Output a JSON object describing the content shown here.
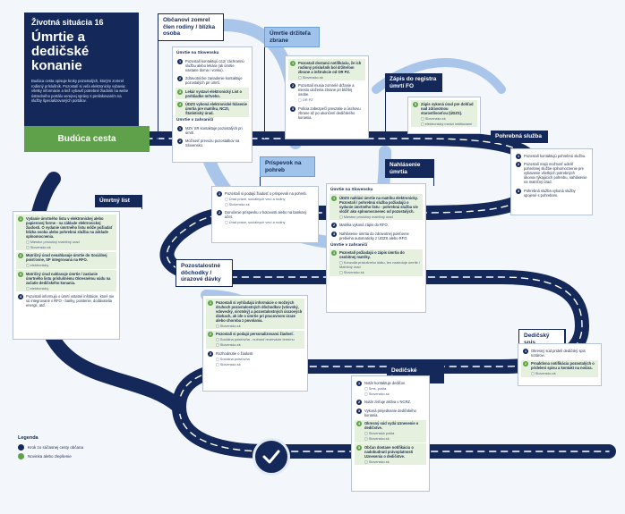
{
  "intro": {
    "kicker": "Životná situácia 16",
    "title": "Úmrtie a dedičské konanie",
    "description": "Budúca cesta opisuje kroky pozostalých, ktorým zomrel rodinný príslušník. Pozostalí si veľa elektronicky vybavia: všetky informácie a tiež vybaviť potrebné žiadosti na webe ústredného portálu verejnej správy s prelinkovaním na služby špecializovaných portálov.",
    "future_label": "Budúca cesta"
  },
  "colors": {
    "navy": "#14295a",
    "road": "#14295a",
    "road_light": "#a9c6ea",
    "green": "#5fa14a",
    "green_bg": "#e5f1de"
  },
  "legend": {
    "title": "Legenda",
    "items": [
      {
        "label": "Krok zo súčasnej cesty občana",
        "color": "#14295a"
      },
      {
        "label": "Novinka alebo zlepšenie",
        "color": "#5fa14a"
      }
    ]
  },
  "flags": {
    "deceased": "Občanovi zomrel člen rodiny / blízka osoba",
    "holder_death": "Úmrtie držiteľa zbrane",
    "fo_registry": "Zápis do registra úmrtí FO",
    "funeral_service": "Pohrebná služba",
    "funeral_allowance": "Príspevok na pohreb",
    "death_report": "Nahlásenie úmrtia",
    "death_certificate": "Úmrtný list",
    "survivor_pension": "Pozostalostné dôchodky / úrazové dávky",
    "inheritance_file": "Dedičský spis",
    "inheritance_proceedings": "Dedičské konanie"
  },
  "cards": {
    "deceased": {
      "sections": [
        {
          "title": "Úmrtie na Slovensku",
          "steps": [
            {
              "n": "1",
              "text": "Pozostalí kontaktujú 112/ záchrannú službu alebo lekára (ak úmrtie nastane doma / vonku).",
              "new": false
            },
            {
              "n": "2",
              "text": "Zdravotnícke zariadenie kontaktuje pozostalých pri úmrtí.",
              "new": false
            },
            {
              "n": "3",
              "text": "Lekár vystaví elektronický List o prehliadke mŕtveho.",
              "new": true
            },
            {
              "n": "4",
              "text": "ÚDZS vykoná elektronické hlásenie úmrtia pre matriku, NCZI, Štatistický úrad.",
              "new": true
            }
          ]
        },
        {
          "title": "Úmrtie v zahraničí",
          "steps": [
            {
              "n": "1",
              "text": "MZV SR kontaktuje pozostalých pri úmrtí.",
              "new": false
            },
            {
              "n": "2",
              "text": "Možnosť prevozu pozostatkov na Slovensko.",
              "new": false
            }
          ]
        }
      ]
    },
    "holder_death": {
      "steps": [
        {
          "n": "1",
          "text": "Pozostalí dostanú notifikáciu, že ich rodinný príslušník bol držiteľom zbrane a inštrukcie od OR PZ.",
          "new": true,
          "channel": "Slovensko.sk"
        },
        {
          "n": "2",
          "text": "Pozostalí musia zomrelé držanie a miesto uloženia zbrane pri bližšej osobe.",
          "new": false,
          "channel": "OR PZ"
        },
        {
          "n": "3",
          "text": "Polícia zabezpečí prevzatie a úschovu zbrane až po ukončení dedičského konania.",
          "new": false
        }
      ]
    },
    "fo_registry": {
      "steps": [
        {
          "n": "5",
          "text": "Zápis vykoná úrad pre dohľad nad zdravotnou starostlivosťou (ÚDZS).",
          "new": true,
          "channel": "Slovensko.sk",
          "channel2": "elektronický medzi inštitúciami"
        }
      ]
    },
    "funeral_service": {
      "steps": [
        {
          "n": "1",
          "text": "Pozostalí kontaktujú pohrebnú službu.",
          "new": false
        },
        {
          "n": "2",
          "text": "Pozostalí majú možnosť udeliť pohrebnej službe splnomocnenie pre vybavenie všetkých potrebných úkonov týkajúcich pohrebu, nahlásenie na matričný úrad.",
          "new": false
        },
        {
          "n": "3",
          "text": "Pohrebná služba vykoná služby spojené s pohrebom.",
          "new": false
        }
      ]
    },
    "funeral_allowance": {
      "steps": [
        {
          "n": "1",
          "text": "Pozostalí si podajú žiadosť o príspevok na pohreb.",
          "new": false,
          "channel": "Úrad práce, sociálnych vecí a rodiny",
          "channel2": "Slovensko.sk"
        },
        {
          "n": "2",
          "text": "Doručenie príspevku v hotovosti alebo na bankový účet.",
          "new": false,
          "channel": "Úrad práce, sociálnych vecí a rodiny"
        }
      ]
    },
    "death_report": {
      "sections": [
        {
          "title": "Úmrtie na Slovensku",
          "steps": [
            {
              "n": "1",
              "text": "ÚDZS nahlási úmrtie na matriku elektronicky. Pozostalí / pohrebná služba požiadajú o vydanie úmrtného listu - pohrebná služba vie vložiť ako splnomocnenec od pozostalých.",
              "new": true,
              "channel": "Miestne príslušný matričný úrad"
            },
            {
              "n": "2",
              "text": "Matrika vykoná zápis do RFO.",
              "new": false
            },
            {
              "n": "3",
              "text": "Nahlásenie úmrtia do zdravotnej poisťovne prebieha automaticky z ÚDZS alebo RFO.",
              "new": false
            }
          ]
        },
        {
          "title": "Úmrtie v zahraničí",
          "steps": [
            {
              "n": "1",
              "text": "Pozostalí požiadajú o zápis úmrtia do osobitnej matriky.",
              "new": true,
              "channel": "Konzulát príslušného štátu, ten nasleduje úmrtie / Matričný úrad",
              "channel2": "Slovensko.sk"
            }
          ]
        }
      ]
    },
    "death_certificate": {
      "steps": [
        {
          "n": "1",
          "text": "Vydanie úmrtného listu v elektronickej alebo papierovej forme - na základe elektronickej žiadosti. O vydanie úmrtného listu môže požiadať blízka osoba alebo pohrebná služba na základe splnomocnenia.",
          "new": true,
          "channel": "Miestne príslušný matričný úrad",
          "channel2": "Slovensko.sk"
        },
        {
          "n": "2",
          "text": "Matričný úrad nenahlasuje úmrtie do Sociálnej poisťovne, SP integrovaná na RFO.",
          "new": true,
          "channel": "elektronicky"
        },
        {
          "n": "3",
          "text": "Matričný úrad nahlasuje úmrtie / zaslanie úmrtného listu príslušnému Okresnému súdu na začatie dedičského konania.",
          "new": true,
          "channel": "elektronicky"
        },
        {
          "n": "4",
          "text": "Pozostalí informujú o úmrtí ostatné inštitúcie, ktoré nie sú integrované v RFO - banky, poistenie, dodávatelia energií, atď.",
          "new": false
        }
      ]
    },
    "survivor_pension": {
      "steps": [
        {
          "n": "1",
          "text": "Pozostalí si vyhľadajú informácie o možných druhoch pozostalostných dôchodkov (vdovský, vdovecký, sirotský) a pozostalostných úrazových dávkach, ak ide o úmrtie pri pracovnom úraze alebo choroba z povolania.",
          "new": true,
          "channel": "Slovensko.sk"
        },
        {
          "n": "2",
          "text": "Pozostalí si podajú personalizovanú žiadosť.",
          "new": true,
          "channel": "Sociálna poisťovňa - nutnosť rezervácie termínu",
          "channel2": "Slovensko.sk"
        },
        {
          "n": "3",
          "text": "Rozhodnutie o žiadosti",
          "new": false,
          "channel": "Sociálna poisťovňa",
          "channel2": "Slovensko.sk"
        }
      ]
    },
    "inheritance_file": {
      "steps": [
        {
          "n": "1",
          "text": "Okresný súd pridelí dedičský spis notárovi.",
          "new": false
        },
        {
          "n": "2",
          "text": "Proaktívna notifikácia pozostalých o pridelení spisu a kontakt na notára.",
          "new": true,
          "channel": "Slovensko.sk"
        }
      ]
    },
    "inheritance_proceedings": {
      "steps": [
        {
          "n": "1",
          "text": "Notár kontaktuje dedičov.",
          "new": false,
          "channel": "Sms, pošta",
          "channel2": "Slovensko.sk"
        },
        {
          "n": "2",
          "text": "Notár zisťuje aktíva v NCRZ.",
          "new": false
        },
        {
          "n": "3",
          "text": "Vykoná prejednanie dedičského konania.",
          "new": false
        },
        {
          "n": "4",
          "text": "Okresný súd vydá Uznesenie o dedičstve.",
          "new": true,
          "channel": "Slovenská pošta",
          "channel2": "Slovensko.sk"
        },
        {
          "n": "5",
          "text": "Občan dostane notifikáciu o nadobudnutí právoplatnosti Uznesenia o dedičstve.",
          "new": true,
          "channel": "Slovensko.sk"
        }
      ]
    }
  }
}
